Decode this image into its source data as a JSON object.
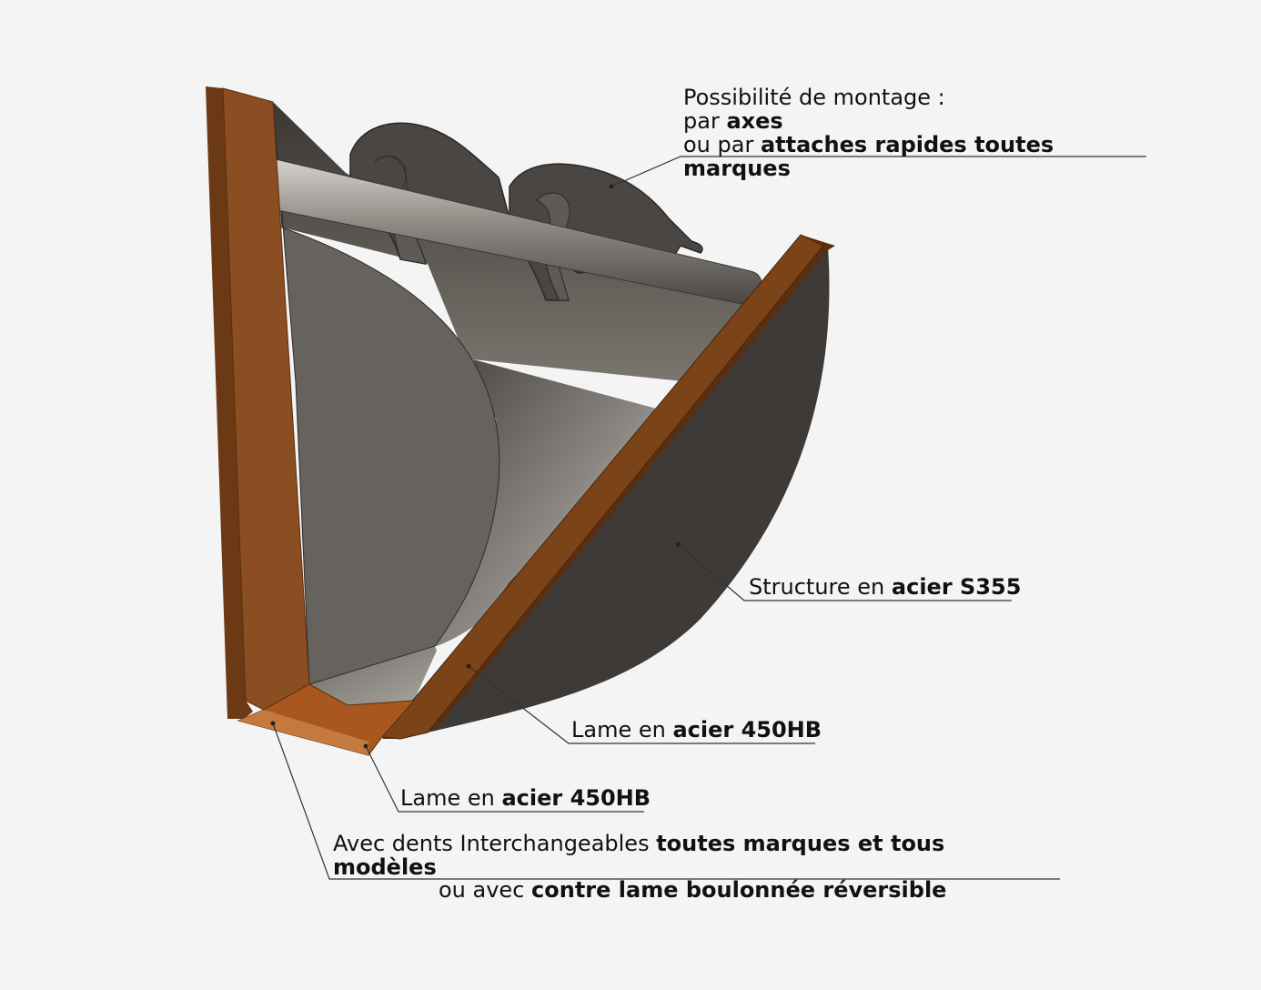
{
  "annotations": {
    "mounting": {
      "line1": "Possibilité de montage :",
      "line2_prefix": "par ",
      "line2_bold": "axes",
      "line3_prefix": "ou par ",
      "line3_bold": "attaches rapides toutes",
      "line4_bold": "marques"
    },
    "structure": {
      "prefix": "Structure en ",
      "bold": "acier S355"
    },
    "blade_side": {
      "prefix": "Lame en ",
      "bold": "acier 450HB"
    },
    "blade_bottom": {
      "prefix": "Lame en ",
      "bold": "acier 450HB"
    },
    "teeth": {
      "line1_prefix": "Avec dents Interchangeables ",
      "line1_bold": "toutes marques et tous",
      "line2_bold": "modèles",
      "line3_prefix": "ou avec ",
      "line3_bold": "contre lame boulonnée réversible"
    }
  },
  "colors": {
    "background": "#f4f4f4",
    "steel_dark": "#3c3936",
    "steel_mid": "#605c57",
    "steel_light": "#bdbab4",
    "wear_plate": "#8a4e22",
    "wear_plate_dark": "#5a2f10",
    "leader_line": "#333333"
  }
}
